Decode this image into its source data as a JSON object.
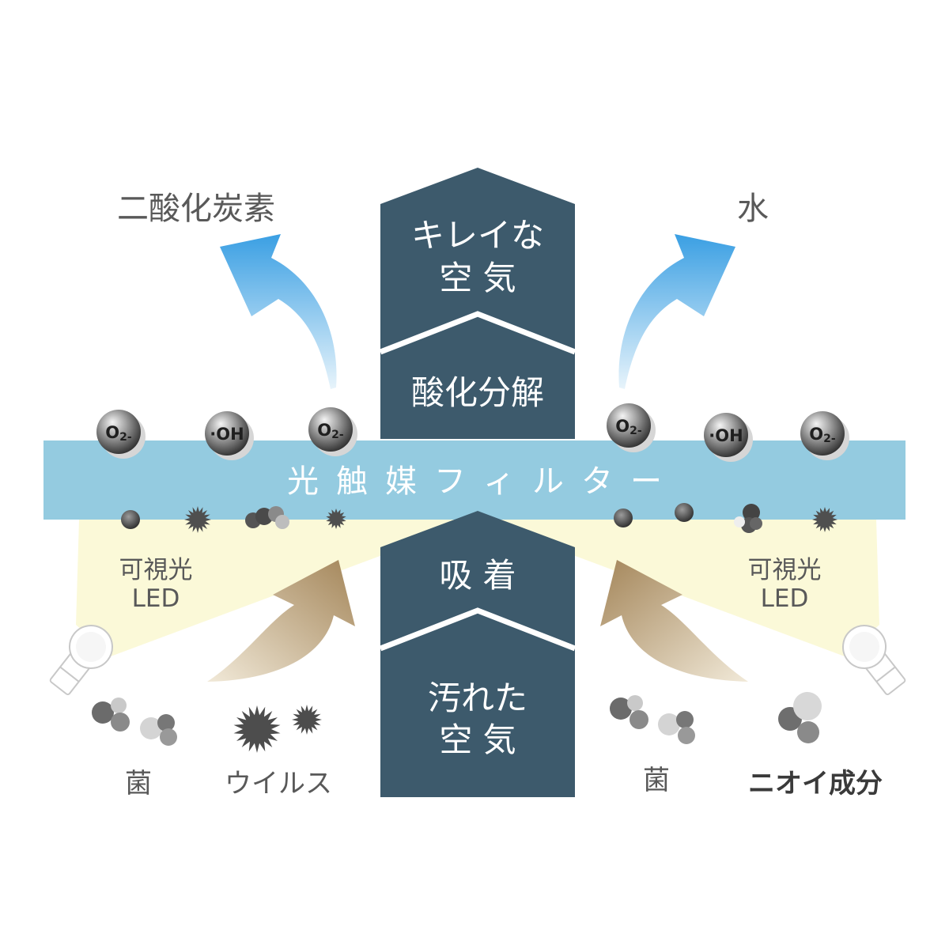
{
  "labels": {
    "carbon_dioxide": "二酸化炭素",
    "water": "水",
    "clean_air_line1": "キレイな",
    "clean_air_line2": "空 気",
    "oxidative_decomposition": "酸化分解",
    "filter": "光 触 媒 フ ィ ル タ ー",
    "adsorption": "吸 着",
    "dirty_air_line1": "汚れた",
    "dirty_air_line2": "空 気",
    "led_left_line1": "可視光",
    "led_left_line2": "LED",
    "led_right_line1": "可視光",
    "led_right_line2": "LED",
    "bacteria_left": "菌",
    "virus": "ウイルス",
    "bacteria_right": "菌",
    "odor": "ニオイ成分"
  },
  "molecules": [
    {
      "main": "O",
      "sub": "2-"
    },
    {
      "main": "·OH",
      "sub": ""
    },
    {
      "main": "O",
      "sub": "2-"
    },
    {
      "main": "O",
      "sub": "2-"
    },
    {
      "main": "·OH",
      "sub": ""
    },
    {
      "main": "O",
      "sub": "2-"
    }
  ],
  "colors": {
    "arrow_dark": "#3d5a6c",
    "filter_blue": "#94cbe0",
    "beam_yellow": "#fbf9d8",
    "text_gray": "#595959",
    "blue_arrow": "#3a9fe3",
    "brown_arrow": "#a8895a"
  }
}
